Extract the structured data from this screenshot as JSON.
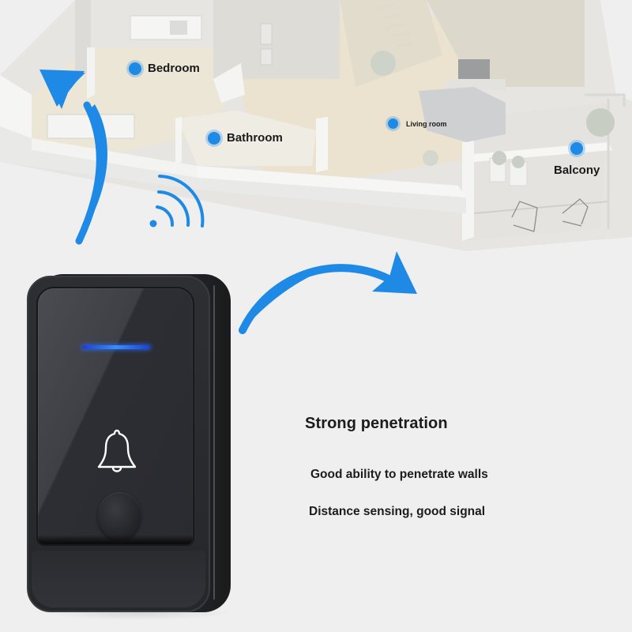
{
  "scene": {
    "background_color": "#efefef",
    "accent_color": "#1e8ae6"
  },
  "floorplan": {
    "rooms": [
      {
        "label": "Bedroom",
        "dot_color": "#1e8ae6"
      },
      {
        "label": "Bathroom",
        "dot_color": "#1e8ae6"
      },
      {
        "label": "Living room",
        "dot_color": "#1e8ae6"
      },
      {
        "label": "Balcony",
        "dot_color": "#1e8ae6"
      }
    ]
  },
  "signal": {
    "icon": "wifi-signal-icon",
    "arrow_up_icon": "curved-arrow-up-icon",
    "arrow_right_icon": "curved-arrow-right-icon",
    "color": "#1e8ae6"
  },
  "device": {
    "name": "doorbell-transmitter",
    "body_color": "#2a2b30",
    "led_color": "#2f7bff",
    "icon": "bell-icon"
  },
  "features": {
    "title": "Strong penetration",
    "lines": [
      "Good ability to penetrate walls",
      "Distance sensing, good signal"
    ]
  }
}
